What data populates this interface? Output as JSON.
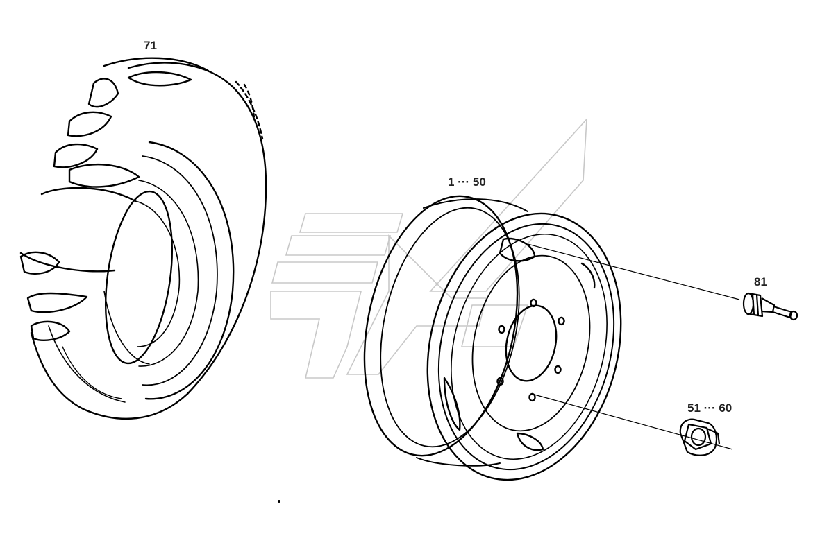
{
  "callouts": {
    "tire": "71",
    "rim": "1 ··· 50",
    "valve": "81",
    "nut": "51 ··· 60"
  },
  "colors": {
    "line": "#000000",
    "watermark": "#c8c8c8",
    "label": "#222222"
  },
  "parts": [
    {
      "ref": "tire",
      "icon": "tractor-tire-icon"
    },
    {
      "ref": "rim",
      "icon": "wheel-rim-icon"
    },
    {
      "ref": "valve",
      "icon": "tire-valve-icon"
    },
    {
      "ref": "nut",
      "icon": "wheel-nut-icon"
    }
  ]
}
